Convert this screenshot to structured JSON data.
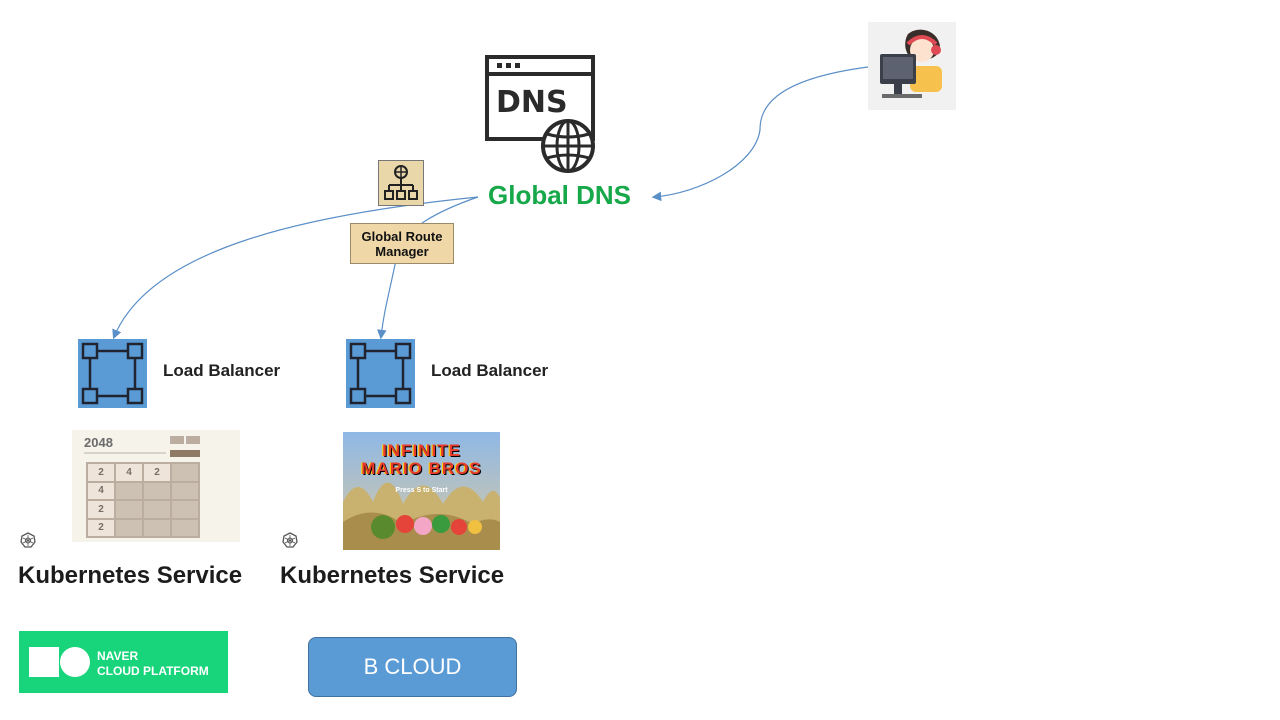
{
  "dns": {
    "icon_text": "DNS",
    "label": "Global DNS"
  },
  "route_manager": {
    "label": "Global Route Manager"
  },
  "load_balancers": [
    {
      "label": "Load Balancer"
    },
    {
      "label": "Load Balancer"
    }
  ],
  "game_2048": {
    "title": "2048",
    "cells": [
      "2",
      "4",
      "2",
      "",
      "4",
      "",
      "",
      "",
      "2",
      "",
      "",
      "",
      "2",
      "",
      "",
      ""
    ]
  },
  "game_mario": {
    "title_line1": "INFINITE",
    "title_line2": "MARIO BROS",
    "subtitle": "Press S to Start"
  },
  "kubernetes": [
    {
      "label": "Kubernetes Service"
    },
    {
      "label": "Kubernetes Service"
    }
  ],
  "naver": {
    "line1": "NAVER",
    "line2": "CLOUD PLATFORM",
    "color": "#18d47b"
  },
  "bcloud": {
    "label": "B CLOUD",
    "color": "#5b9bd5"
  },
  "colors": {
    "dns_label": "#17a84a",
    "arrow": "#5b8fc7",
    "load_balancer": "#5b9bd5"
  }
}
